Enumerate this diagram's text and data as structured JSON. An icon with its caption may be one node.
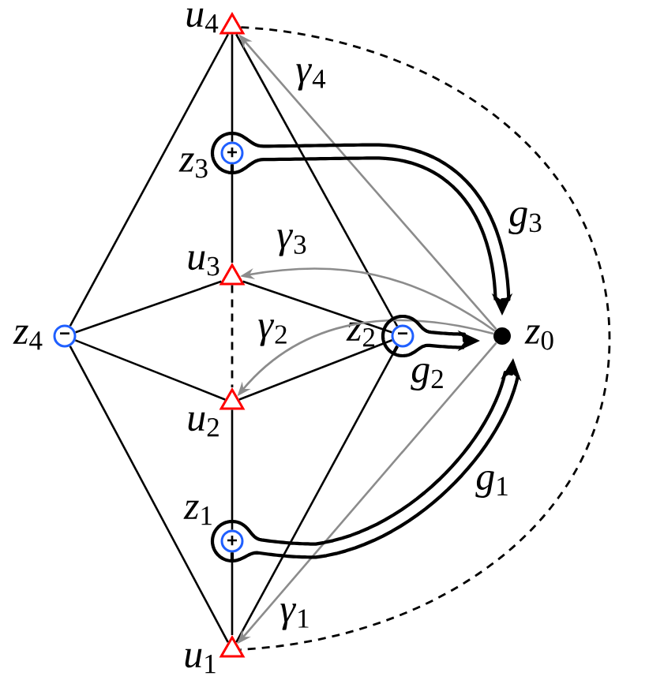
{
  "diagram": {
    "nodes": [
      {
        "text": [],
        "shape": "triangle",
        "beside": [
          "*u*$_{4}$"
        ]
      },
      {
        "text": [
          "+"
        ],
        "beside": [
          "*z*$_{3}$"
        ]
      },
      {
        "text": [],
        "shape": "triangle",
        "beside": [
          "*u*$_{3}$"
        ]
      },
      {
        "text": [
          "−"
        ],
        "beside": [
          "*z*$_{4}$"
        ]
      },
      {
        "text": [
          "−"
        ],
        "beside": [
          "*z*$_{2}$"
        ]
      },
      {
        "text": [],
        "shape": "dot",
        "beside": [
          "*z*$_{0}$"
        ]
      },
      {
        "text": [],
        "shape": "triangle",
        "beside": [
          "*u*$_{2}$"
        ]
      },
      {
        "text": [
          "+"
        ],
        "beside": [
          "*z*$_{1}$"
        ]
      },
      {
        "text": [],
        "shape": "triangle",
        "beside": [
          "*u*$_{1}$"
        ]
      }
    ],
    "edges": [
      {
        "from": 0,
        "to": 3,
        "arrow": "none"
      },
      {
        "from": 0,
        "to": 1,
        "arrow": "none"
      },
      {
        "from": 1,
        "to": 2,
        "arrow": "none"
      },
      {
        "from": 0,
        "to": 4,
        "arrow": "none"
      },
      {
        "from": 3,
        "to": 2,
        "arrow": "none"
      },
      {
        "from": 3,
        "to": 6,
        "arrow": "none"
      },
      {
        "from": 3,
        "to": 8,
        "arrow": "none"
      },
      {
        "from": 2,
        "to": 4,
        "arrow": "none"
      },
      {
        "from": 6,
        "to": 4,
        "arrow": "none"
      },
      {
        "from": 2,
        "to": 6,
        "arrow": "none",
        "style": "dashed"
      },
      {
        "from": 6,
        "to": 7,
        "arrow": "none"
      },
      {
        "from": 7,
        "to": 8,
        "arrow": "none"
      },
      {
        "from": 8,
        "to": 4,
        "arrow": "none"
      },
      {
        "from": 0,
        "to": 8,
        "arrow": "none",
        "style": "dashed"
      },
      {
        "from": 5,
        "to": 0,
        "arrow": "to",
        "label": "*γ*$_{4}$",
        "color": "#8c8c8c"
      },
      {
        "from": 5,
        "to": 2,
        "arrow": "to",
        "label": "*γ*$_{3}$",
        "color": "#8c8c8c"
      },
      {
        "from": 5,
        "to": 6,
        "arrow": "to",
        "label": "*γ*$_{2}$",
        "color": "#8c8c8c"
      },
      {
        "from": 5,
        "to": 8,
        "arrow": "to",
        "label": "*γ*$_{1}$",
        "color": "#8c8c8c"
      },
      {
        "from": 1,
        "to": 5,
        "arrow": "to",
        "label": "*g*$_{3}$"
      },
      {
        "from": 4,
        "to": 5,
        "arrow": "to",
        "label": "*g*$_{2}$"
      },
      {
        "from": 7,
        "to": 5,
        "arrow": "to",
        "label": "*g*$_{1}$"
      }
    ]
  }
}
